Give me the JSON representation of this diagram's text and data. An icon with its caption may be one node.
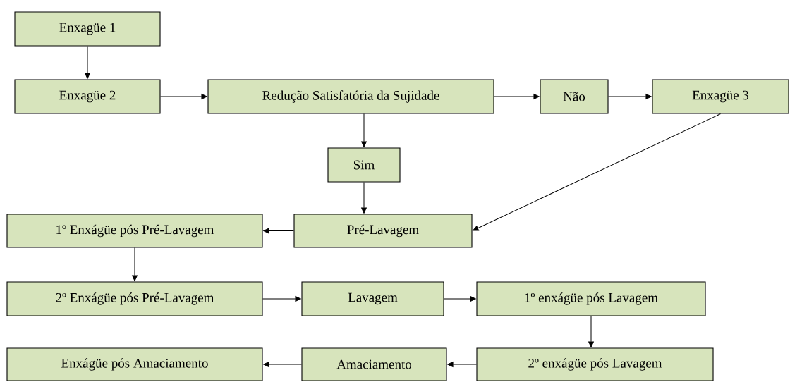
{
  "diagram": {
    "nodes": [
      {
        "text": [
          "Enxagüe 1"
        ]
      },
      {
        "text": [
          "Enxagüe 2"
        ]
      },
      {
        "text": [
          "Redução Satisfatória da Sujidade"
        ]
      },
      {
        "text": [
          "Não"
        ]
      },
      {
        "text": [
          "Enxagüe 3"
        ]
      },
      {
        "text": [
          "Sim"
        ]
      },
      {
        "text": [
          "Pré-Lavagem"
        ]
      },
      {
        "text": [
          "1º Enxágüe pós Pré-Lavagem"
        ]
      },
      {
        "text": [
          "2º Enxágüe pós Pré-Lavagem"
        ]
      },
      {
        "text": [
          "Lavagem"
        ]
      },
      {
        "text": [
          "1º enxágüe pós Lavagem"
        ]
      },
      {
        "text": [
          "2º enxágüe pós Lavagem"
        ]
      },
      {
        "text": [
          "Amaciamento"
        ]
      },
      {
        "text": [
          "Enxágüe pós Amaciamento"
        ]
      }
    ],
    "edges": [
      {
        "from": 0,
        "to": 1,
        "arrow": "to"
      },
      {
        "from": 1,
        "to": 2,
        "arrow": "to"
      },
      {
        "from": 2,
        "to": 3,
        "arrow": "to"
      },
      {
        "from": 3,
        "to": 4,
        "arrow": "to"
      },
      {
        "from": 2,
        "to": 5,
        "arrow": "to"
      },
      {
        "from": 5,
        "to": 6,
        "arrow": "to"
      },
      {
        "from": 4,
        "to": 6,
        "arrow": "to"
      },
      {
        "from": 6,
        "to": 7,
        "arrow": "to"
      },
      {
        "from": 7,
        "to": 8,
        "arrow": "to"
      },
      {
        "from": 8,
        "to": 9,
        "arrow": "to"
      },
      {
        "from": 9,
        "to": 10,
        "arrow": "to"
      },
      {
        "from": 10,
        "to": 11,
        "arrow": "to"
      },
      {
        "from": 11,
        "to": 12,
        "arrow": "to"
      },
      {
        "from": 12,
        "to": 13,
        "arrow": "to"
      }
    ]
  }
}
